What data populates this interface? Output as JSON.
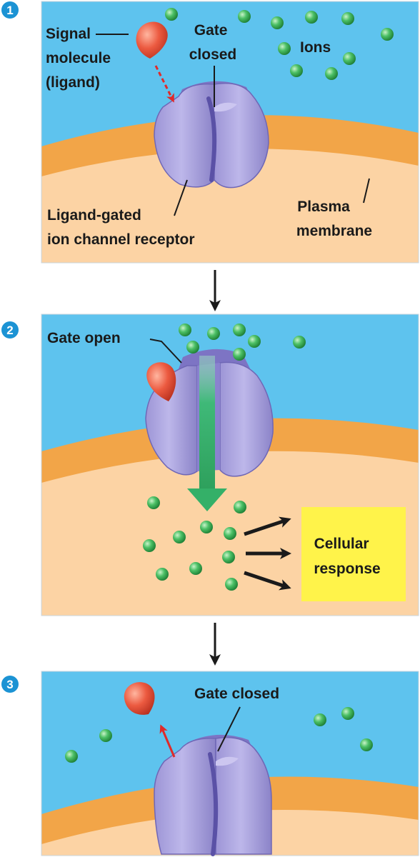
{
  "colors": {
    "extracellular": "#5ec3ee",
    "membrane": "#f2a548",
    "cytoplasm": "#fcd3a4",
    "ion": "#2aa64a",
    "receptor": "#a9a2dc",
    "ligand": "#e8503a",
    "flow_arrow": "#34b068",
    "response_box": "#fff34a",
    "step_badge": "#1c93d4"
  },
  "panel1": {
    "step": "1",
    "ligand_label": [
      "Signal",
      "molecule",
      "(ligand)"
    ],
    "gate_label": [
      "Gate",
      "closed"
    ],
    "ions_label": "Ions",
    "receptor_label": [
      "Ligand-gated",
      "ion channel receptor"
    ],
    "membrane_label": [
      "Plasma",
      "membrane"
    ]
  },
  "panel2": {
    "step": "2",
    "gate_label": "Gate open",
    "response_label": [
      "Cellular",
      "response"
    ]
  },
  "panel3": {
    "step": "3",
    "gate_label": "Gate closed"
  }
}
